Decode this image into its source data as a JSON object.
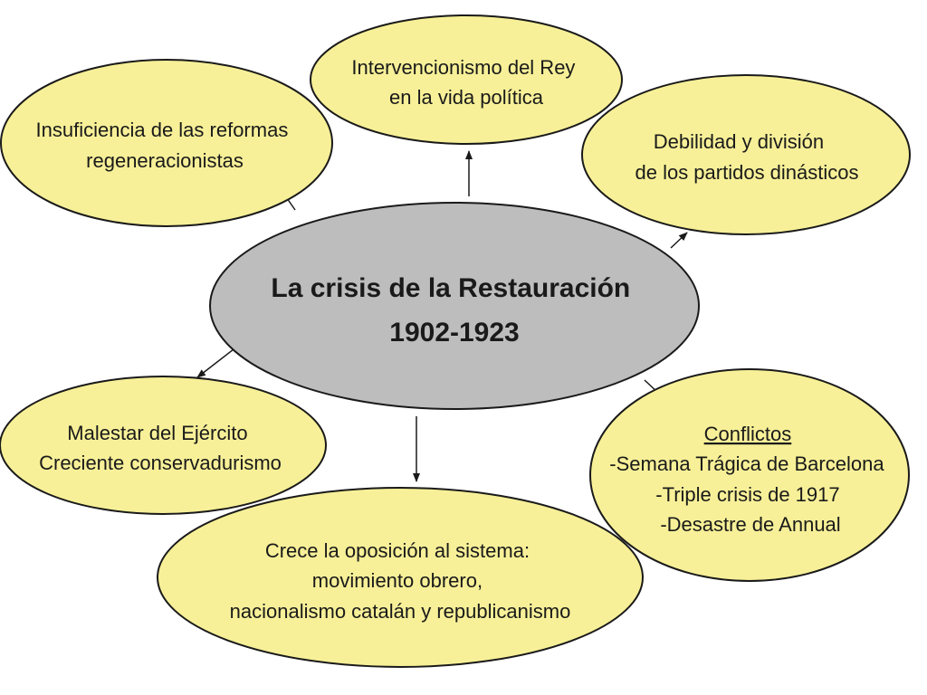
{
  "center": {
    "line1": "La crisis de la Restauración",
    "line2": "1902-1923"
  },
  "nodes": {
    "intervencionismo": {
      "lines": [
        "Intervencionismo del Rey",
        "en la vida política"
      ]
    },
    "insuficiencia": {
      "lines": [
        "Insuficiencia de las reformas",
        "regeneracionistas"
      ]
    },
    "debilidad": {
      "lines": [
        "Debilidad y división",
        "de los partidos dinásticos"
      ]
    },
    "malestar": {
      "lines": [
        "Malestar del Ejército",
        "Creciente conservadurismo"
      ]
    },
    "conflictos": {
      "heading": "Conflictos",
      "lines": [
        "-Semana Trágica de Barcelona",
        "-Triple crisis de 1917",
        "-Desastre de Annual"
      ]
    },
    "oposicion": {
      "lines": [
        "Crece la oposición al sistema:",
        "movimiento obrero,",
        "nacionalismo catalán y republicanismo"
      ]
    }
  },
  "colors": {
    "node_fill": "#f7f098",
    "center_fill": "#bdbdbd",
    "stroke": "#1a1a1a"
  }
}
